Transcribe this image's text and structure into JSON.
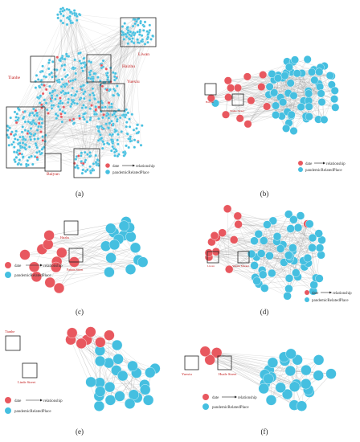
{
  "colors": {
    "date": "#e8585f",
    "place": "#45bfe0",
    "edge": "#9a9a9a",
    "label": "#c21b1b"
  },
  "legend": {
    "date": "date",
    "relationship": "relationship",
    "place": "pandemicRelatedPlace"
  },
  "panels": [
    {
      "caption": "(a)",
      "places": [
        "Tianhe",
        "Haizhu",
        "Liwan",
        "Yuexiu",
        "Baiyun"
      ]
    },
    {
      "caption": "(b)",
      "places": [
        "Baiyun",
        "Shuhe Street"
      ]
    },
    {
      "caption": "(c)",
      "places": [
        "Haizhu",
        "Panton Street"
      ]
    },
    {
      "caption": "(d)",
      "places": [
        "Liwan",
        "Yuexiu Market"
      ]
    },
    {
      "caption": "(e)",
      "places": [
        "Tianhe",
        "Linde Street"
      ]
    },
    {
      "caption": "(f)",
      "places": [
        "Yuexiu",
        "Huale Street"
      ]
    }
  ]
}
